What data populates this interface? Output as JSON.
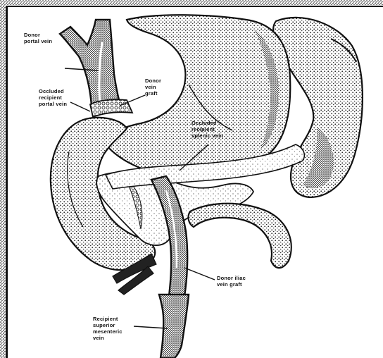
{
  "figure": {
    "labels": {
      "donor_portal_vein": [
        "Donor",
        "portal vein"
      ],
      "occluded_recipient_portal_vein": [
        "Occluded",
        "recipient",
        "portal vein"
      ],
      "donor_vein_graft": [
        "Donor",
        "vein",
        "graft"
      ],
      "occluded_recipient_splenic_vein": [
        "Occluded",
        "recipient",
        "splenic vein"
      ],
      "donor_iliac_vein_graft": [
        "Donor iliac",
        "vein graft"
      ],
      "recipient_superior_mesenteric_vein": [
        "Recipient",
        "superior",
        "mesenteric",
        "vein"
      ]
    },
    "colors": {
      "ink": "#111111",
      "paper": "#ffffff",
      "stipple": "#2a2a2a"
    }
  }
}
